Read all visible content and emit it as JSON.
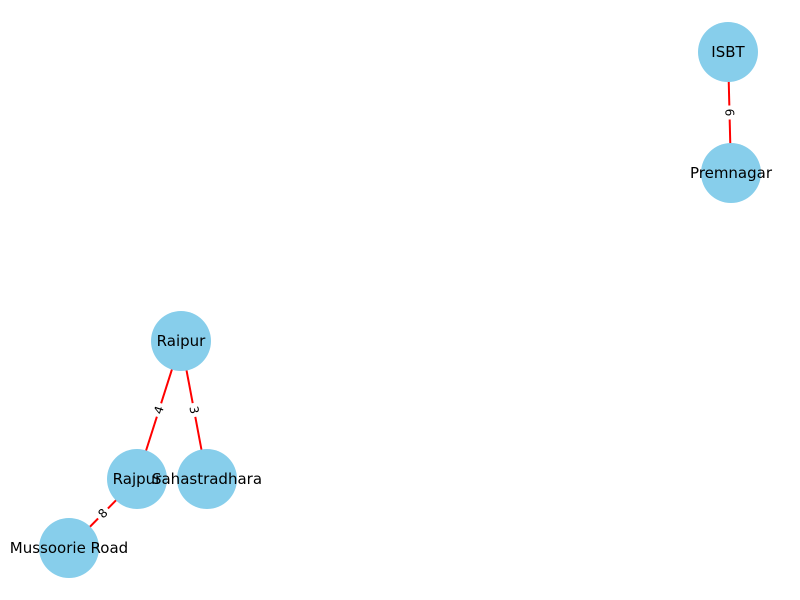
{
  "colors": {
    "node_fill": "#87CEEB",
    "edge_stroke": "#FF0000",
    "label_text": "#000000",
    "background": "#FFFFFF"
  },
  "nodes": [
    {
      "id": "ISBT",
      "label": "ISBT"
    },
    {
      "id": "Premnagar",
      "label": "Premnagar"
    },
    {
      "id": "Raipur",
      "label": "Raipur"
    },
    {
      "id": "Rajpur",
      "label": "Rajpur"
    },
    {
      "id": "Sahastradhara",
      "label": "Sahastradhara"
    },
    {
      "id": "MussoorieRoad",
      "label": "Mussoorie Road"
    }
  ],
  "edges": [
    {
      "source": "ISBT",
      "target": "Premnagar",
      "weight": "6"
    },
    {
      "source": "Raipur",
      "target": "Rajpur",
      "weight": "4"
    },
    {
      "source": "Raipur",
      "target": "Sahastradhara",
      "weight": "3"
    },
    {
      "source": "Rajpur",
      "target": "MussoorieRoad",
      "weight": "8"
    }
  ]
}
